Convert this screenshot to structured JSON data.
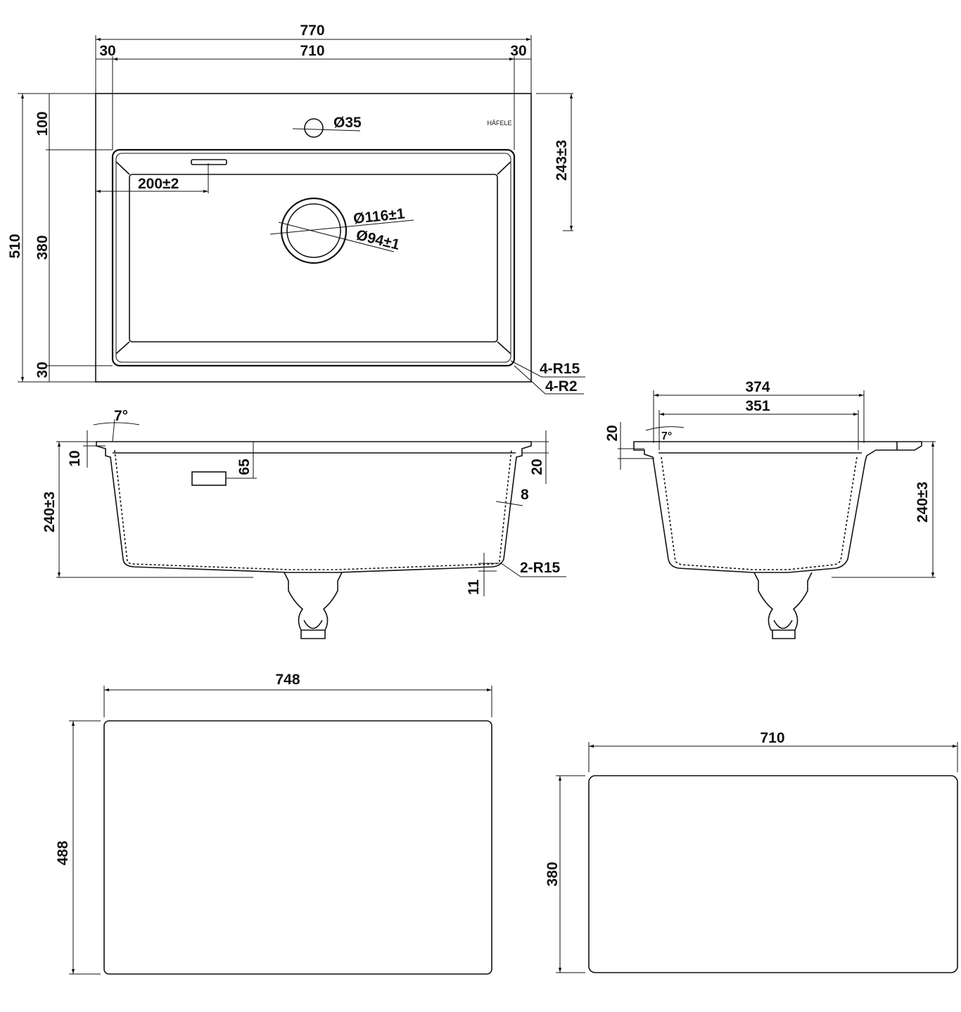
{
  "brand_logo": "HÄFELE",
  "top_view": {
    "overall_width": "770",
    "rim_left": "30",
    "bowl_width": "710",
    "rim_right": "30",
    "overall_depth": "510",
    "rim_back": "100",
    "bowl_depth": "380",
    "rim_front": "30",
    "tap_hole": "Ø35",
    "overflow_offset": "200±2",
    "drain_outer": "Ø116±1",
    "drain_inner": "Ø94±1",
    "drain_center": "243±3",
    "corner_radius_outer": "4-R15",
    "corner_radius_inner": "4-R2"
  },
  "side_view": {
    "angle": "7°",
    "rim_thickness": "10",
    "overflow_depth": "65",
    "rim_step": "20",
    "wall_thickness": "8",
    "height": "240±3",
    "bottom_thickness": "11",
    "bottom_radius": "2-R15"
  },
  "end_view": {
    "outer_width": "374",
    "inner_width": "351",
    "angle": "7°",
    "rim_step": "20",
    "height": "240±3"
  },
  "cutout_surface": {
    "width": "748",
    "height": "488"
  },
  "cutout_undermount": {
    "width": "710",
    "height": "380"
  }
}
